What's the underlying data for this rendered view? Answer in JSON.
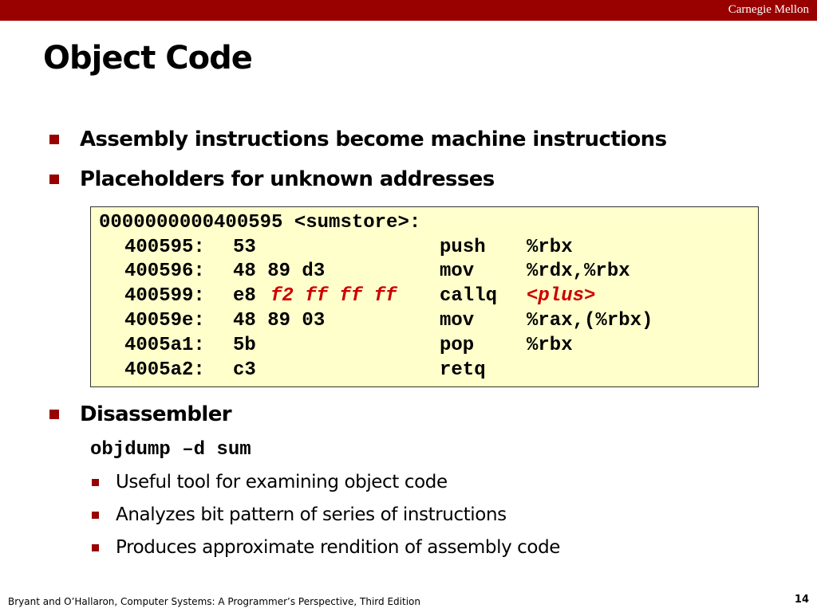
{
  "header": {
    "brand": "Carnegie Mellon",
    "accent_color": "#990000"
  },
  "title": "Object Code",
  "bullets": [
    "Assembly instructions become machine instructions",
    "Placeholders for unknown addresses"
  ],
  "code": {
    "label": "0000000000400595 <sumstore>:",
    "rows": [
      {
        "addr": "400595:",
        "bytes": "53",
        "mnemonic": "push",
        "operands": "%rbx"
      },
      {
        "addr": "400596:",
        "bytes": "48 89 d3",
        "mnemonic": "mov",
        "operands": "%rdx,%rbx"
      },
      {
        "addr": "400599:",
        "bytes": "e8",
        "bytes_highlight": "f2 ff ff ff",
        "mnemonic": "callq",
        "operands_highlight": "<plus>"
      },
      {
        "addr": "40059e:",
        "bytes": "48 89 03",
        "mnemonic": "mov",
        "operands": "%rax,(%rbx)"
      },
      {
        "addr": "4005a1:",
        "bytes": "5b",
        "mnemonic": "pop",
        "operands": "%rbx"
      },
      {
        "addr": "4005a2:",
        "bytes": "c3",
        "mnemonic": "retq",
        "operands": ""
      }
    ],
    "background": "#ffffcc",
    "highlight_color": "#cc0000"
  },
  "disassembler": {
    "heading": "Disassembler",
    "command": "objdump –d sum",
    "items": [
      "Useful tool for examining object code",
      "Analyzes bit pattern of series of instructions",
      "Produces approximate rendition of assembly code"
    ]
  },
  "footer": {
    "citation": "Bryant and O’Hallaron, Computer Systems: A Programmer’s Perspective, Third Edition",
    "page": "14"
  }
}
